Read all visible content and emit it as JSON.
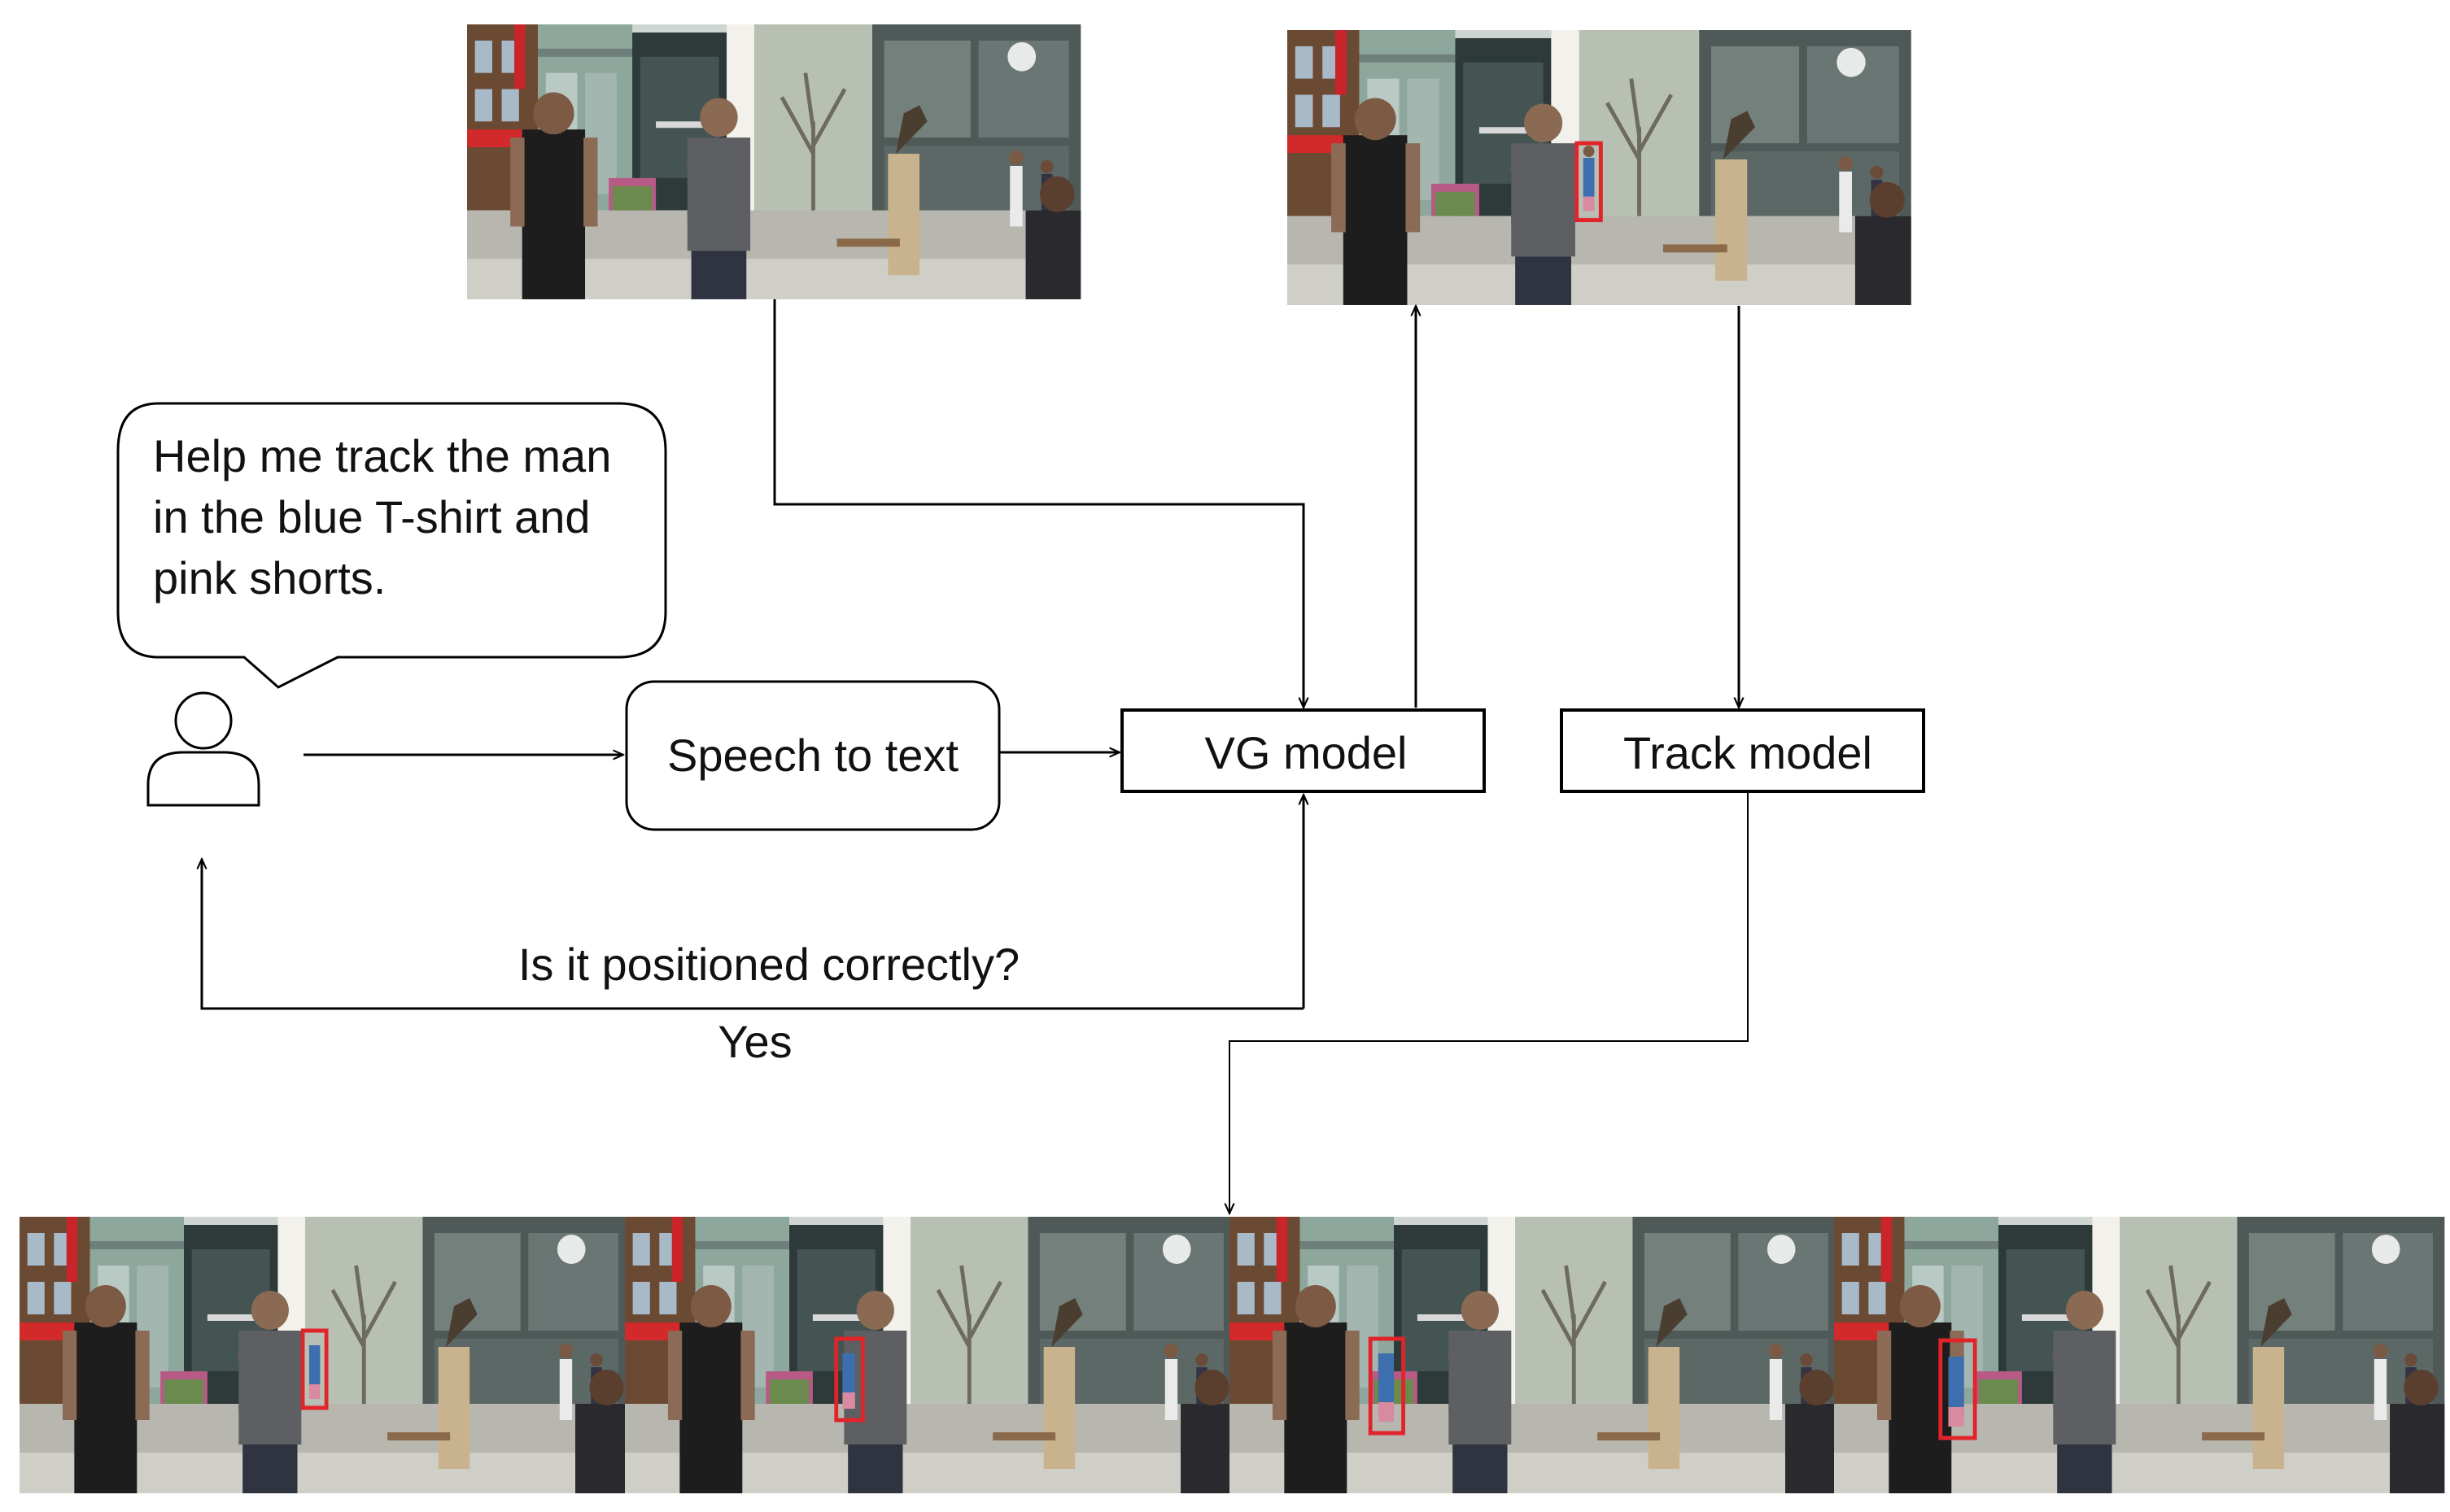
{
  "speech_bubble": {
    "lines": [
      "Help me track the man",
      "in the blue T-shirt and",
      "pink shorts."
    ]
  },
  "nodes": {
    "speech_to_text": "Speech to text",
    "vg_model": "VG model",
    "track_model": "Track model"
  },
  "feedback": {
    "question": "Is it positioned correctly?",
    "answer": "Yes"
  },
  "icons": {
    "user": "user-icon"
  },
  "colors": {
    "line": "#000000",
    "box_border": "#000000",
    "bbox_highlight": "#e0242a",
    "text": "#111111"
  },
  "images": {
    "input_frame": "street-scene-frame",
    "grounded_frame": "street-scene-frame-with-red-box",
    "tracked_frames": [
      "tracked-frame-1",
      "tracked-frame-2",
      "tracked-frame-3",
      "tracked-frame-4"
    ]
  }
}
